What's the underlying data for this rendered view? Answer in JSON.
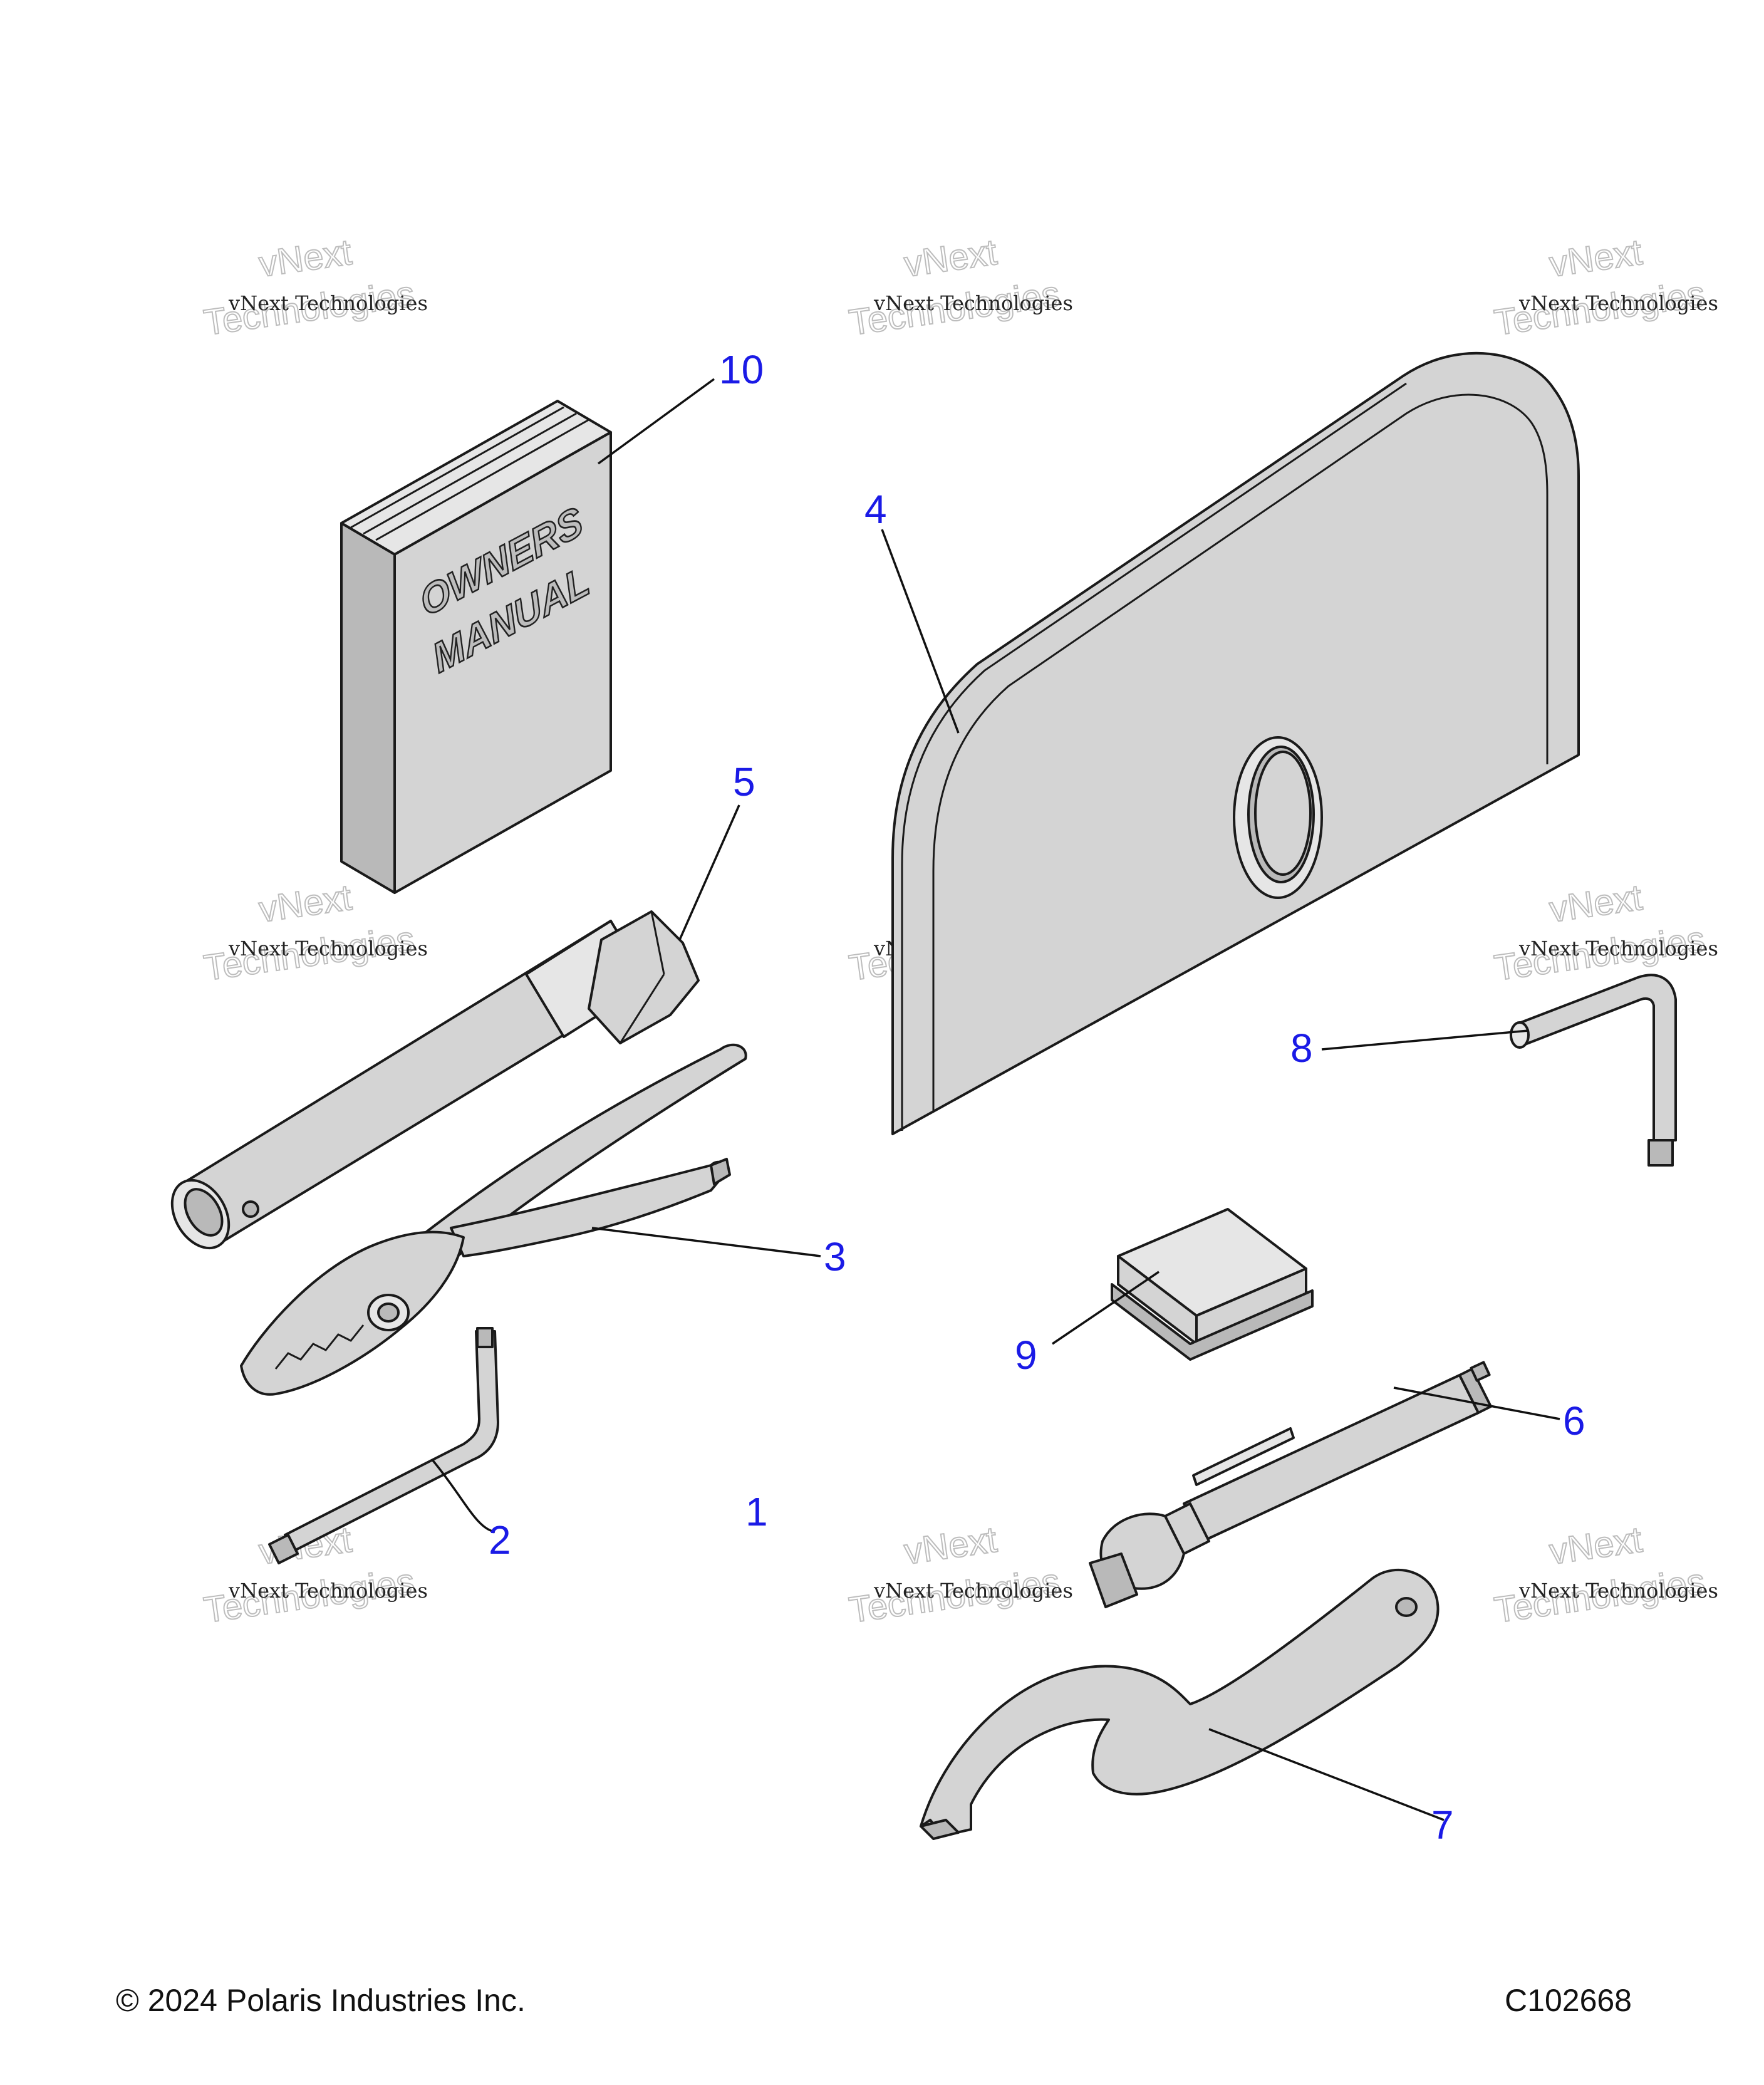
{
  "footer": {
    "copyright": "© 2024 Polaris Industries Inc.",
    "code": "C102668"
  },
  "manual_cover": {
    "line1": "OWNERS",
    "line2": "MANUAL"
  },
  "watermark": {
    "line1": "vNext Technologies",
    "outline_line1": "vNext",
    "outline_line2": "Technologies"
  },
  "callouts": [
    {
      "id": "callout-1",
      "label": "1"
    },
    {
      "id": "callout-2",
      "label": "2"
    },
    {
      "id": "callout-3",
      "label": "3"
    },
    {
      "id": "callout-4",
      "label": "4"
    },
    {
      "id": "callout-5",
      "label": "5"
    },
    {
      "id": "callout-6",
      "label": "6"
    },
    {
      "id": "callout-7",
      "label": "7"
    },
    {
      "id": "callout-8",
      "label": "8"
    },
    {
      "id": "callout-9",
      "label": "9"
    },
    {
      "id": "callout-10",
      "label": "10"
    }
  ],
  "colors": {
    "callout": "#1a1ae6",
    "part_fill": "#d4d4d4",
    "outline": "#1a1a1a"
  }
}
